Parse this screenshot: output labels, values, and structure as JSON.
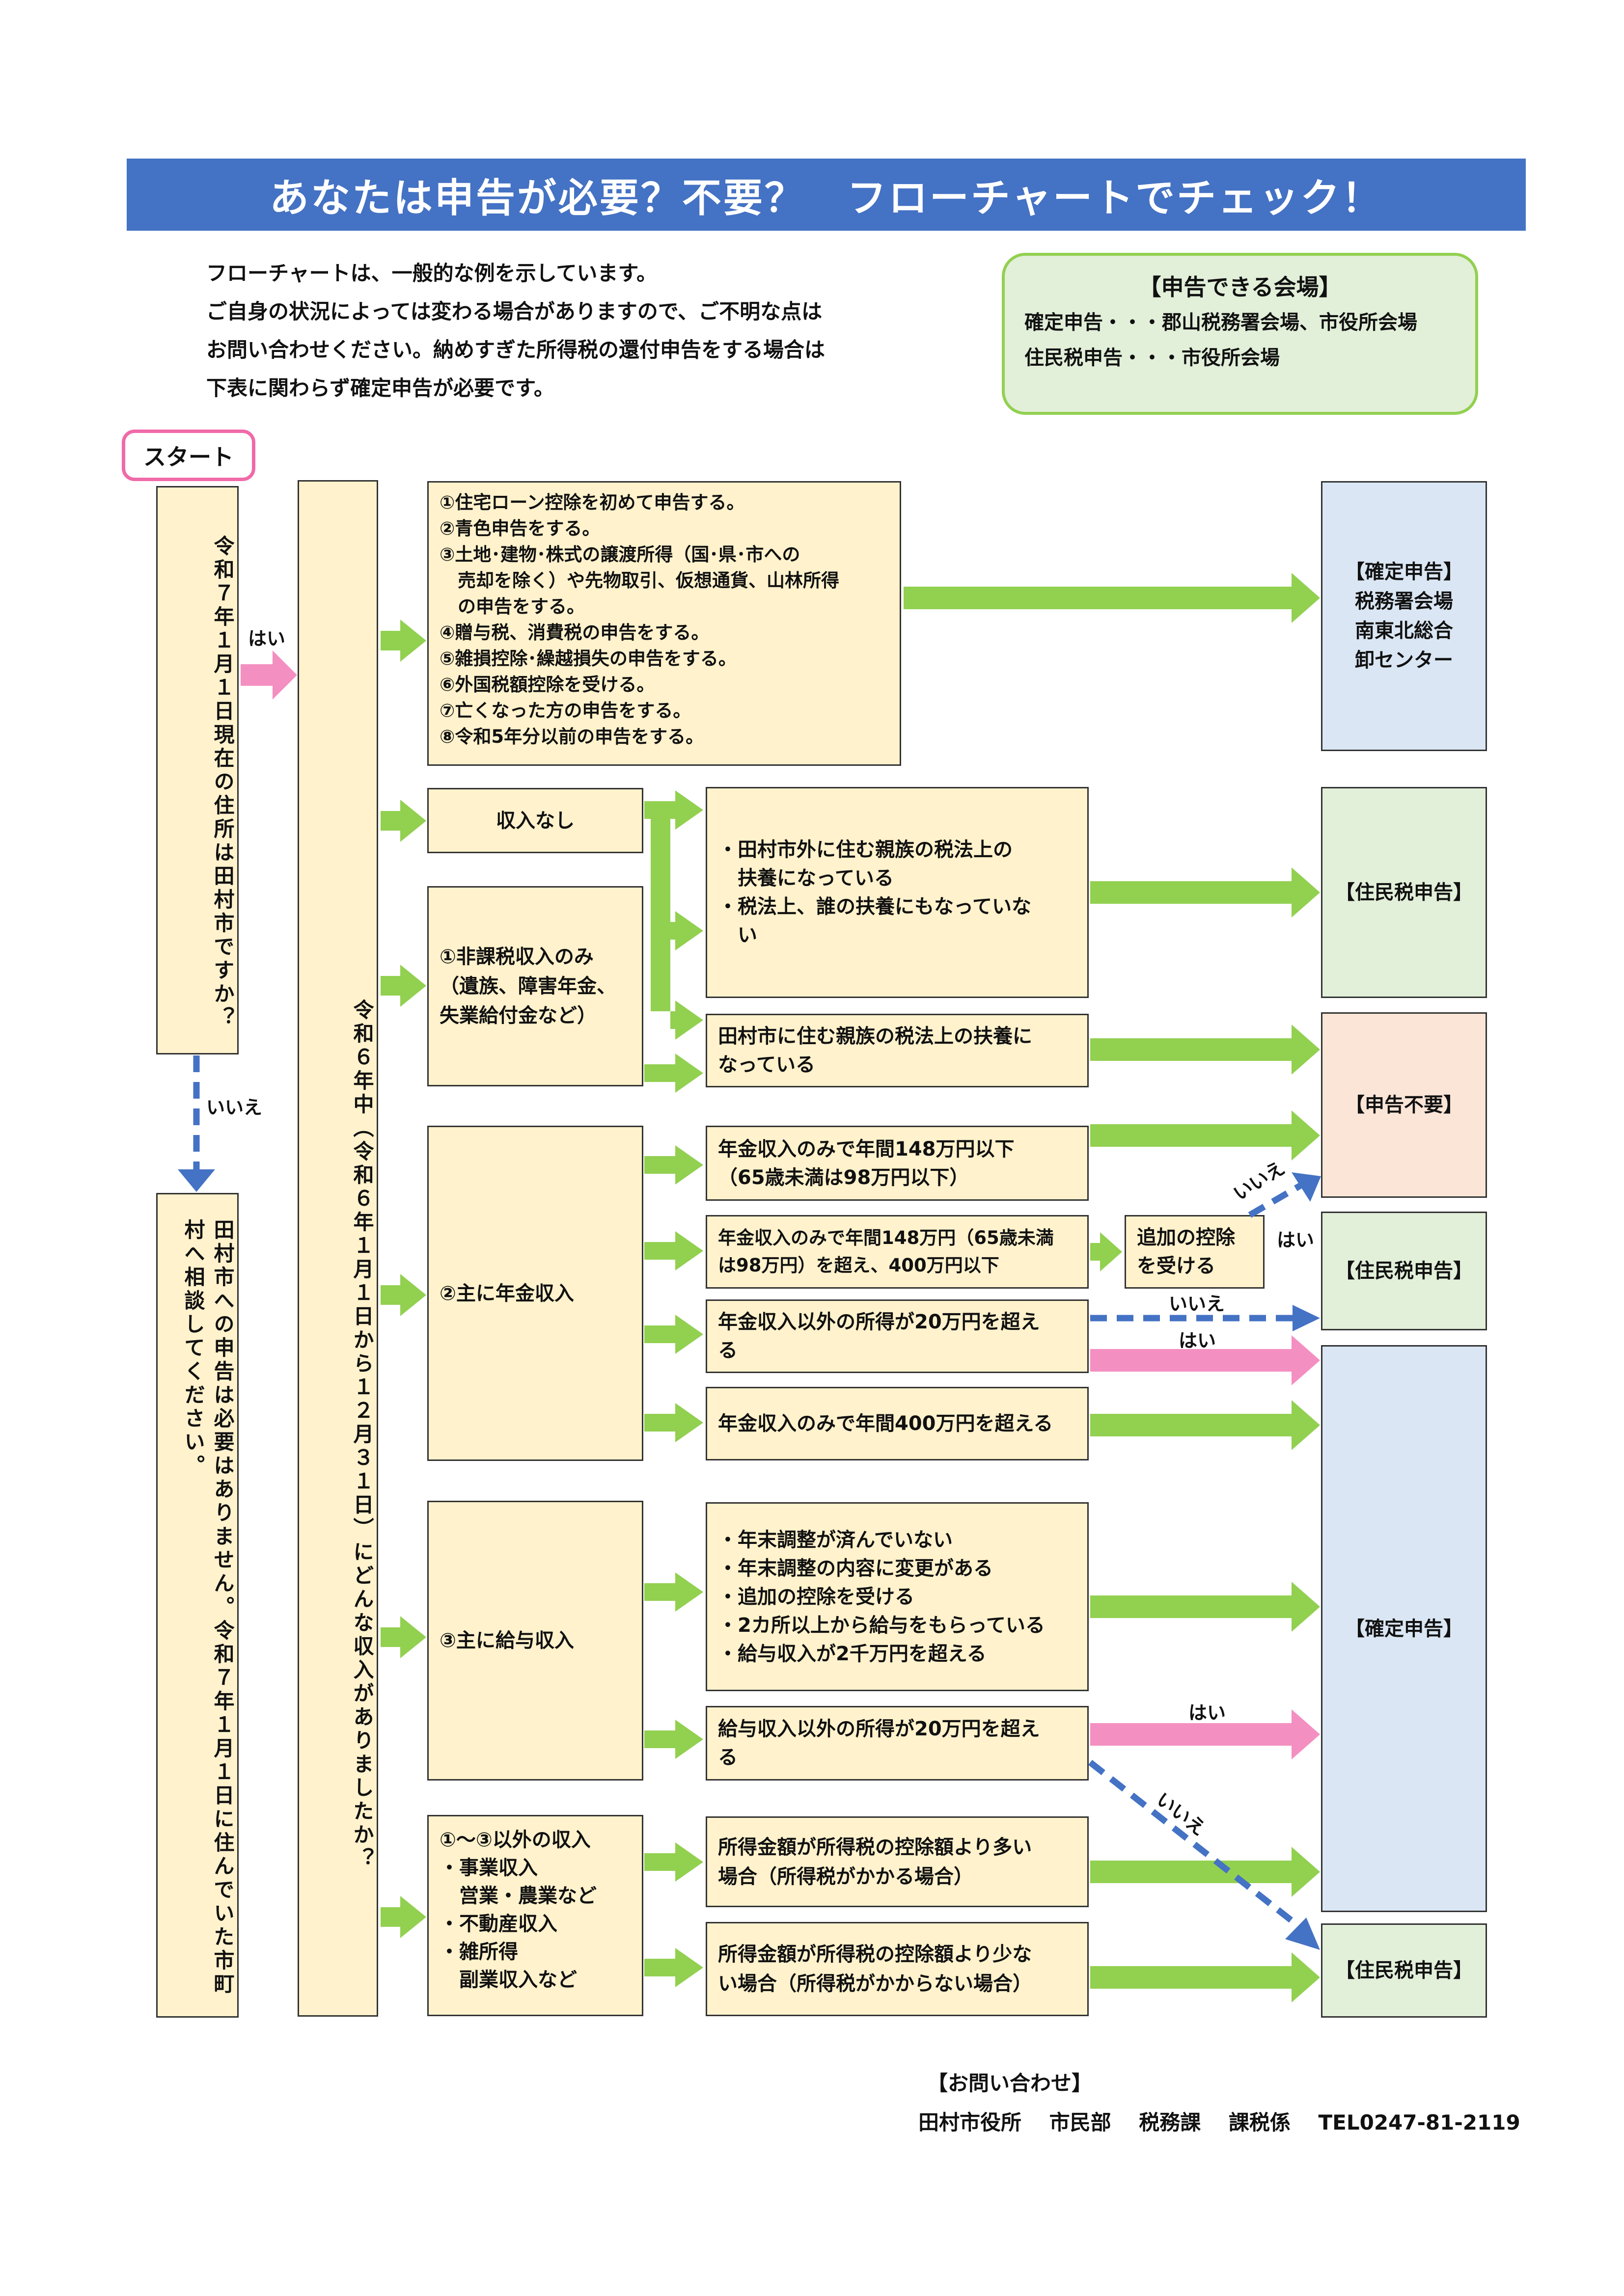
{
  "title": "あなたは申告が必要？不要？　フローチャートでチェック！",
  "intro": [
    "フローチャートは、一般的な例を示しています。",
    "ご自身の状況によっては変わる場合がありますので、ご不明な点は",
    "お問い合わせください。納めすぎた所得税の還付申告をする場合は",
    "下表に関わらず確定申告が必要です。"
  ],
  "venue": {
    "title": "【申告できる会場】",
    "line1": "確定申告・・・郡山税務署会場、市役所会場",
    "line2": "住民税申告・・・市役所会場"
  },
  "start": "スタート",
  "q1": "令和７年１月１日現在の住所は田村市ですか？",
  "q1_yes": "はい",
  "q1_no": "いいえ",
  "no_result": "田村市への申告は必要はありません。令和７年１月１日に住んでいた市町村へ相談してください。",
  "q2": "令和６年中（令和６年１月１日から１２月３１日）にどんな収入がありましたか？",
  "box_kakutei_list": [
    "①住宅ローン控除を初めて申告する。",
    "②青色申告をする。",
    "③土地･建物･株式の譲渡所得（国･県･市への",
    "　売却を除く）や先物取引、仮想通貨、山林所得",
    "　の申告をする。",
    "④贈与税、消費税の申告をする。",
    "⑤雑損控除･繰越損失の申告をする。",
    "⑥外国税額控除を受ける。",
    "⑦亡くなった方の申告をする。",
    "⑧令和5年分以前の申告をする。"
  ],
  "res_kakutei_top": [
    "【確定申告】",
    "税務署会場",
    "南東北総合",
    "卸センター"
  ],
  "income_none": "収入なし",
  "income_nontax": [
    "①非課税収入のみ",
    "（遺族、障害年金、",
    "失業給付金など）"
  ],
  "dep_outside": [
    "・田村市外に住む親族の税法上の",
    "　扶養になっている",
    "・税法上、誰の扶養にもなっていな",
    "　い"
  ],
  "dep_inside": [
    "田村市に住む親族の税法上の扶養に",
    "なっている"
  ],
  "res_juminzei": "【住民税申告】",
  "res_fuyo": "【申告不要】",
  "res_kakutei": "【確定申告】",
  "income_pension": "②主に年金収入",
  "pension_a": [
    "年金収入のみで年間148万円以下",
    "（65歳未満は98万円以下）"
  ],
  "pension_b": [
    "年金収入のみで年間148万円（65歳未満",
    "は98万円）を超え、400万円以下"
  ],
  "pension_c": [
    "年金収入以外の所得が20万円を超え",
    "る"
  ],
  "pension_d": "年金収入のみで年間400万円を超える",
  "extra_deduction": [
    "追加の控除",
    "を受ける"
  ],
  "yes": "はい",
  "no": "いいえ",
  "income_salary": "③主に給与収入",
  "salary_a": [
    "・年末調整が済んでいない",
    "・年末調整の内容に変更がある",
    "・追加の控除を受ける",
    "・2カ所以上から給与をもらっている",
    "・給与収入が2千万円を超える"
  ],
  "salary_b": [
    "給与収入以外の所得が20万円を超え",
    "る"
  ],
  "income_other": [
    "①～③以外の収入",
    "・事業収入",
    "　営業・農業など",
    "・不動産収入",
    "・雑所得",
    "　副業収入など"
  ],
  "other_a": [
    "所得金額が所得税の控除額より多い",
    "場合（所得税がかかる場合）"
  ],
  "other_b": [
    "所得金額が所得税の控除額より少な",
    "い場合（所得税がかからない場合）"
  ],
  "contact_title": "【お問い合わせ】",
  "contact": "田村市役所　 市民部　 税務課　 課税係　 TEL0247-81-2119",
  "colors": {
    "banner": "#4472c4",
    "arrow_green": "#92d050",
    "arrow_pink": "#f48fc1",
    "arrow_blue": "#4472c4"
  }
}
